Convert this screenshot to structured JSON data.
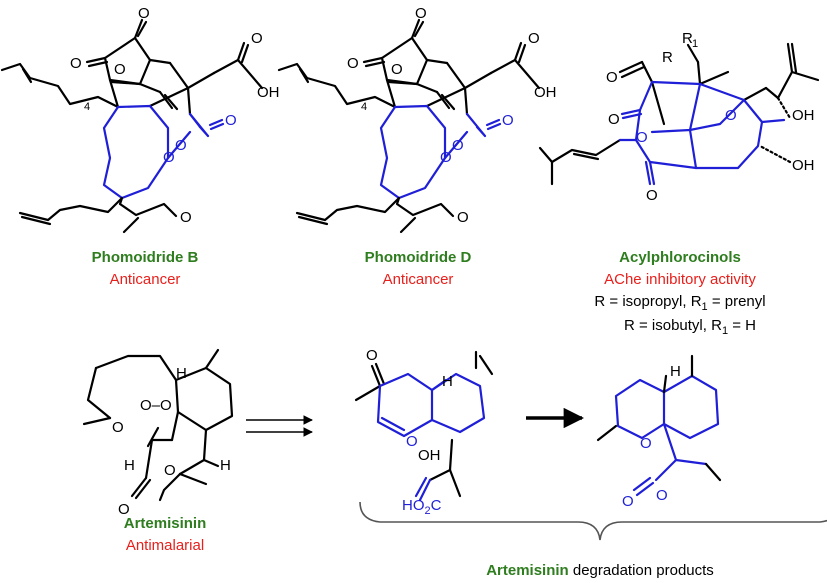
{
  "compounds": {
    "phomoidride_b": {
      "name": "Phomoidride B",
      "activity": "Anticancer",
      "chain_subscript": "4"
    },
    "phomoidride_d": {
      "name": "Phomoidride D",
      "activity": "Anticancer",
      "chain_subscript": "4"
    },
    "acylphlorocinols": {
      "name": "Acylphlorocinols",
      "activity": "AChe inhibitory activity",
      "note_1": {
        "r": "R",
        "eq": " = isopropyl, ",
        "r1": "R",
        "r1_sub": "1",
        "rest": " = prenyl"
      },
      "note_2": {
        "r": "R",
        "eq": " = isobutyl, ",
        "r1": "R",
        "r1_sub": "1",
        "rest": " = H"
      },
      "sub_r_label": "R",
      "sub_r1_label": "R",
      "sub_r1_sub": "1"
    },
    "artemisinin": {
      "name": "Artemisinin",
      "activity": "Antimalarial"
    }
  },
  "degradation": {
    "caption_name": "Artemisinin",
    "caption_rest": " degradation products"
  },
  "atoms": {
    "O": "O",
    "OH": "OH",
    "H": "H",
    "HO2C_a": "HO",
    "HO2C_sub": "2",
    "HO2C_b": "C"
  },
  "colors": {
    "name_green": "#2e7d1e",
    "activity_red": "#e8201c",
    "highlight_blue": "#1f1fd8",
    "ink": "#000000"
  }
}
